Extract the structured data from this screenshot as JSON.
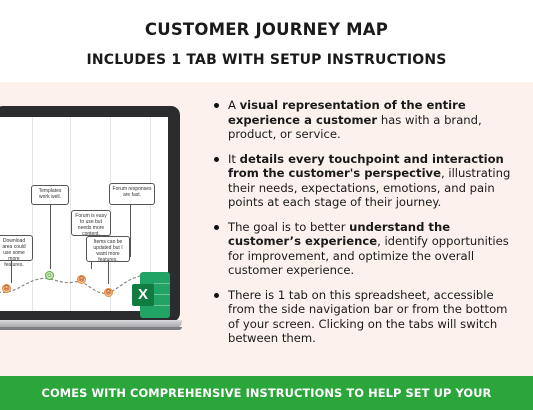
{
  "header": {
    "title": "CUSTOMER JOURNEY MAP",
    "subtitle": "INCLUDES 1 TAB WITH SETUP INSTRUCTIONS"
  },
  "laptop": {
    "bubbles": [
      "Templates work well.",
      "Forum responses are fast.",
      "Forum is easy to use but needs more content.",
      "Download area could use some more features.",
      "Items can be updated but I want more features."
    ],
    "excel_letter": "X"
  },
  "bullets": [
    {
      "pre": "A ",
      "bold": "visual representation of the entire experience a customer",
      "post": " has with a brand, product, or service."
    },
    {
      "pre": "It ",
      "bold": "details every touchpoint and interaction from the customer's perspective",
      "post": ", illustrating their needs, expectations, emotions, and pain points at each stage of their journey."
    },
    {
      "pre": "The goal is to better ",
      "bold": "understand the customer’s experience",
      "post": ", identify opportunities for improvement, and optimize the overall customer experience."
    },
    {
      "pre": "There is 1 tab on this spreadsheet, accessible from the side navigation bar or from the bottom of your screen. Clicking on the tabs will switch between them.",
      "bold": "",
      "post": ""
    }
  ],
  "footer": {
    "text": "COMES WITH COMPREHENSIVE INSTRUCTIONS TO HELP SET UP YOUR SPREADSHEET"
  },
  "colors": {
    "background": "#fdf1ee",
    "footer": "#2ba63b",
    "excel_green": "#107c41"
  }
}
